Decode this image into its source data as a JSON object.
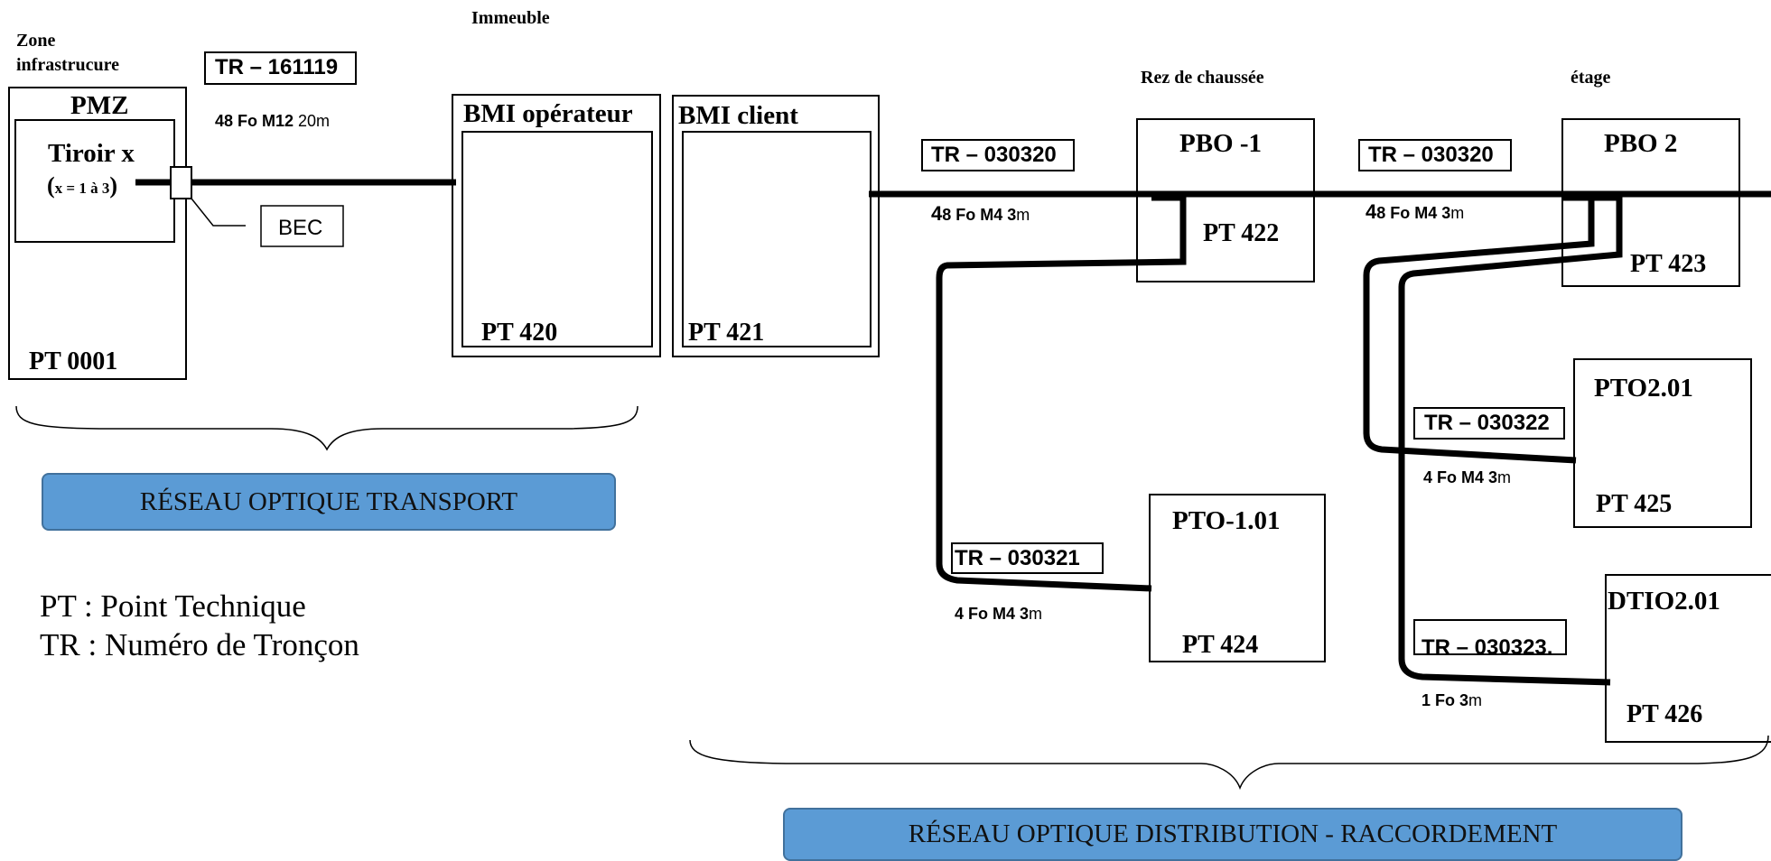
{
  "headers": {
    "zone_line1": "Zone",
    "zone_line2": "infrastrucure",
    "immeuble": "Immeuble",
    "rez": "Rez de chaussée",
    "etage": "étage"
  },
  "nodes": {
    "pmz": {
      "title": "PMZ",
      "tiroir": "Tiroir x",
      "tiroir_note_open": "(",
      "tiroir_note": "x = 1 à 3",
      "tiroir_note_close": ")",
      "pt": "PT 0001"
    },
    "bec": {
      "label": "BEC"
    },
    "bmi_operateur": {
      "title": "BMI opérateur",
      "pt": "PT 420"
    },
    "bmi_client": {
      "title": "BMI client",
      "pt": "PT 421"
    },
    "pbo1": {
      "title": "PBO -1",
      "pt": "PT 422"
    },
    "pbo2": {
      "title": "PBO 2",
      "pt": "PT 423"
    },
    "pto101": {
      "title": "PTO-1.01",
      "pt": "PT 424"
    },
    "pto201": {
      "title": "PTO2.01",
      "pt": "PT 425"
    },
    "dtio201": {
      "title": "DTIO2.01",
      "pt": "PT 426"
    }
  },
  "segments": {
    "tr161119": {
      "label": "TR – 161119",
      "spec_a": "48 Fo M12",
      "spec_b": " 20m"
    },
    "tr030320a": {
      "label": "TR – 030320",
      "spec_big": "4",
      "spec_a": "8 Fo M4 3",
      "spec_b": "m"
    },
    "tr030320b": {
      "label": "TR – 030320",
      "spec_big": "4",
      "spec_a": "8 Fo M4 3",
      "spec_b": "m"
    },
    "tr030321": {
      "label": "TR – 030321",
      "spec_a": "4 Fo M4 3",
      "spec_b": "m"
    },
    "tr030322": {
      "label": "TR – 030322",
      "spec_a": "4 Fo M4 3",
      "spec_b": "m"
    },
    "tr030323": {
      "label": "TR – 030323.",
      "spec_a": "1 Fo 3",
      "spec_b": "m"
    }
  },
  "banners": {
    "transport": "RÉSEAU OPTIQUE TRANSPORT",
    "distribution": "RÉSEAU OPTIQUE DISTRIBUTION - RACCORDEMENT"
  },
  "legend": {
    "pt": "PT : Point Technique",
    "tr": "TR : Numéro de Tronçon"
  },
  "colors": {
    "banner_fill": "#5b9bd5",
    "banner_border": "#41719c",
    "line": "#000000"
  }
}
